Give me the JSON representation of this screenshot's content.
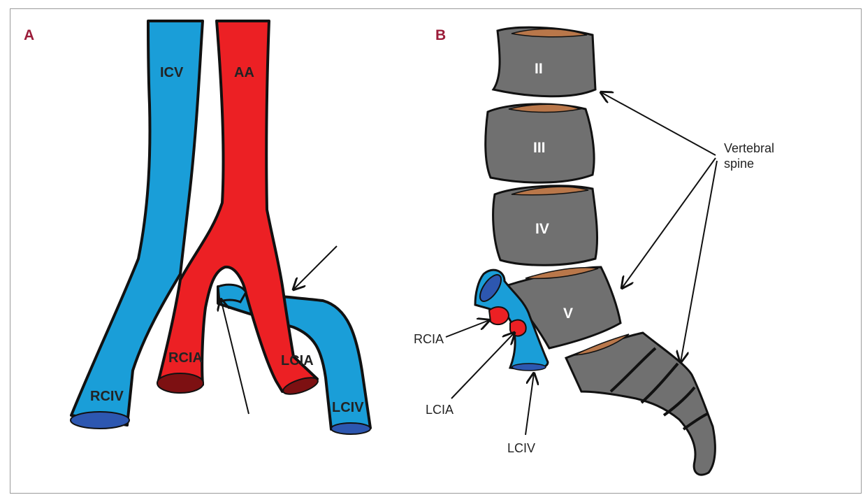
{
  "colors": {
    "vein": "#1a9ed8",
    "vein_end": "#2d57b0",
    "artery": "#ec2024",
    "artery_end": "#7d1012",
    "outline": "#111111",
    "vertebra": "#707070",
    "disc": "#b9774a",
    "panel_letter": "#9b1c39",
    "label_text": "#232323"
  },
  "panel_a": {
    "letter": "A",
    "labels": {
      "icv": "ICV",
      "aa": "AA",
      "rcia": "RCIA",
      "lcia": "LCIA",
      "rciv": "RCIV",
      "lciv": "LCIV"
    }
  },
  "panel_b": {
    "letter": "B",
    "vertebrae": [
      "II",
      "III",
      "IV",
      "V"
    ],
    "callouts": {
      "vertebral_spine": [
        "Vertebral",
        "spine"
      ],
      "rcia": "RCIA",
      "lcia": "LCIA",
      "lciv": "LCIV"
    }
  }
}
